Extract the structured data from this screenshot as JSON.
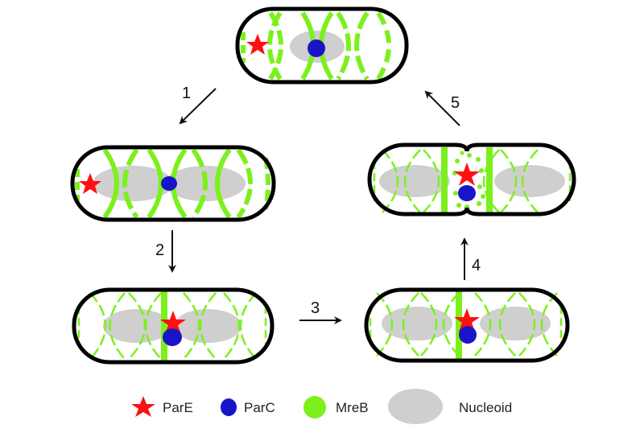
{
  "colors": {
    "outline": "#000000",
    "pare": "#ff1010",
    "parc": "#1a14c8",
    "mreb": "#7cf01c",
    "nucleoid": "#cfcfcf",
    "arrow": "#111111"
  },
  "steps": [
    {
      "number": "1",
      "label": "1"
    },
    {
      "number": "2",
      "label": "2"
    },
    {
      "number": "3",
      "label": "3"
    },
    {
      "number": "4",
      "label": "4"
    },
    {
      "number": "5",
      "label": "5"
    }
  ],
  "cells": [
    {
      "stage": "newborn",
      "nucleoids": 1,
      "mreb": "helical-thick",
      "pare": "pole",
      "parc": "center"
    },
    {
      "stage": "replicating",
      "nucleoids": 2,
      "mreb": "helical-thick",
      "pare": "pole",
      "parc": "center"
    },
    {
      "stage": "mreb-ring",
      "nucleoids": 2,
      "mreb": "midcell-ring",
      "pare": "midcell",
      "parc": "midcell"
    },
    {
      "stage": "segregated",
      "nucleoids": 2,
      "mreb": "midcell-ring",
      "pare": "midcell",
      "parc": "midcell"
    },
    {
      "stage": "constricting",
      "nucleoids": 2,
      "mreb": "double-ring-dispersed",
      "pare": "septum",
      "parc": "septum"
    }
  ],
  "legend": [
    {
      "symbol": "star",
      "label": "ParE"
    },
    {
      "symbol": "circle",
      "label": "ParC"
    },
    {
      "symbol": "circle",
      "label": "MreB"
    },
    {
      "symbol": "ellipse",
      "label": "Nucleoid"
    }
  ]
}
